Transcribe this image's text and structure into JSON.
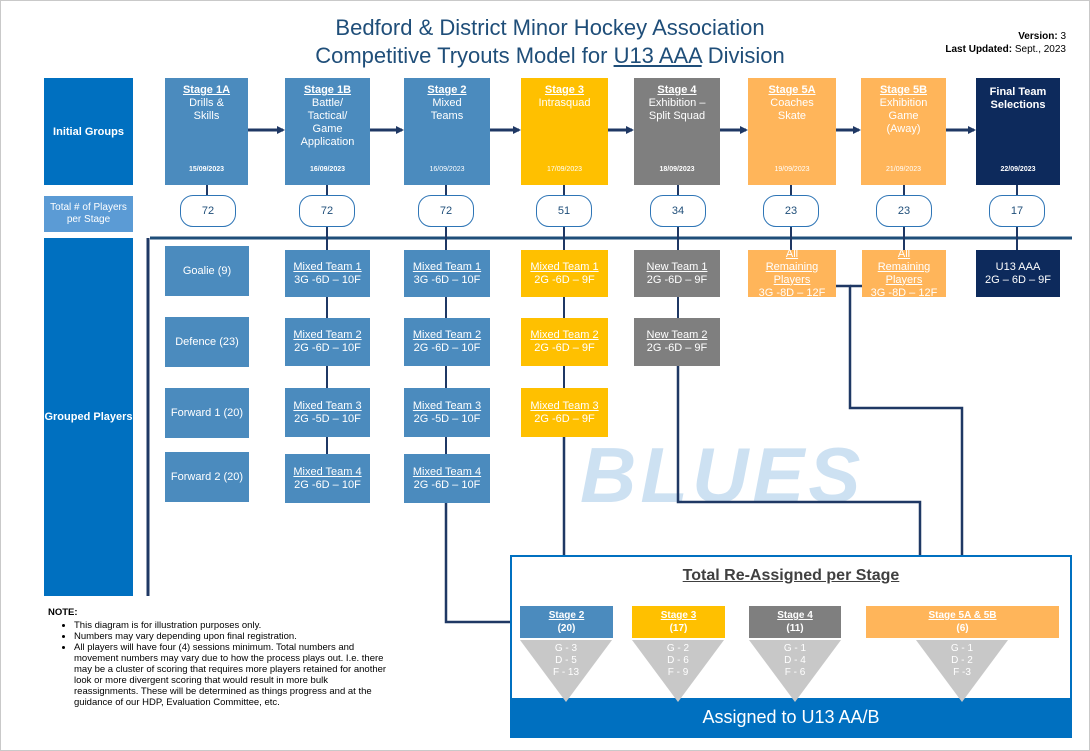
{
  "title": {
    "line1": "Bedford & District Minor Hockey Association",
    "line2_prefix": "Competitive Tryouts Model for ",
    "line2_division": "U13 AAA",
    "line2_suffix": " Division"
  },
  "version": {
    "version_label": "Version:",
    "version_value": "3",
    "updated_label": "Last Updated:",
    "updated_value": "Sept., 2023"
  },
  "sidebar": {
    "initial_groups": "Initial Groups",
    "total_players": "Total # of Players per Stage",
    "grouped_players": "Grouped Players"
  },
  "watermark": "BLUES",
  "stages": [
    {
      "name": "Stage 1A",
      "desc": "Drills & Skills",
      "date": "15/09/2023",
      "total": "72",
      "color": "#4b8bbe"
    },
    {
      "name": "Stage 1B",
      "desc": "Battle/ Tactical/ Game Application",
      "date": "16/09/2023",
      "total": "72",
      "color": "#4b8bbe"
    },
    {
      "name": "Stage 2",
      "desc": "Mixed Teams",
      "date": "16/09/2023",
      "total": "72",
      "color": "#4b8bbe"
    },
    {
      "name": "Stage 3",
      "desc": "Intrasquad",
      "date": "17/09/2023",
      "total": "51",
      "color": "#ffc000"
    },
    {
      "name": "Stage 4",
      "desc": "Exhibition – Split Squad",
      "date": "18/09/2023",
      "total": "34",
      "color": "#7f7f7f"
    },
    {
      "name": "Stage 5A",
      "desc": "Coaches Skate",
      "date": "19/09/2023",
      "total": "23",
      "color": "#ffb55a"
    },
    {
      "name": "Stage 5B",
      "desc": "Exhibition Game (Away)",
      "date": "21/09/2023",
      "total": "23",
      "color": "#ffb55a"
    },
    {
      "name": "Final Team Selections",
      "desc": "",
      "date": "22/09/2023",
      "total": "17",
      "color": "#0d2a5c"
    }
  ],
  "groups": [
    "Goalie (9)",
    "Defence (23)",
    "Forward 1 (20)",
    "Forward 2 (20)"
  ],
  "stage1b_teams": [
    {
      "name": "Mixed Team 1",
      "comp": "3G -6D – 10F"
    },
    {
      "name": "Mixed Team 2",
      "comp": "2G -6D – 10F"
    },
    {
      "name": "Mixed Team 3",
      "comp": "2G -5D – 10F"
    },
    {
      "name": "Mixed Team 4",
      "comp": "2G -6D – 10F"
    }
  ],
  "stage2_teams": [
    {
      "name": "Mixed Team 1",
      "comp": "3G -6D – 10F"
    },
    {
      "name": "Mixed Team 2",
      "comp": "2G -6D – 10F"
    },
    {
      "name": "Mixed Team 3",
      "comp": "2G -5D – 10F"
    },
    {
      "name": "Mixed Team 4",
      "comp": "2G -6D – 10F"
    }
  ],
  "stage3_teams": [
    {
      "name": "Mixed Team 1",
      "comp": "2G -6D – 9F"
    },
    {
      "name": "Mixed Team 2",
      "comp": "2G -6D – 9F"
    },
    {
      "name": "Mixed Team 3",
      "comp": "2G -6D – 9F"
    }
  ],
  "stage4_teams": [
    {
      "name": "New Team 1",
      "comp": "2G -6D – 9F"
    },
    {
      "name": "New Team 2",
      "comp": "2G -6D – 9F"
    }
  ],
  "stage5a_team": {
    "name": "All Remaining Players",
    "comp": "3G -8D – 12F"
  },
  "stage5b_team": {
    "name": "All Remaining Players",
    "comp": "3G -8D – 12F"
  },
  "final_team": {
    "name": "U13 AAA",
    "comp": "2G – 6D – 9F"
  },
  "reassigned": {
    "title": "Total Re-Assigned per Stage",
    "footer": "Assigned to U13 AA/B",
    "items": [
      {
        "name": "Stage 2",
        "count": "(20)",
        "g": "G - 3",
        "d": "D - 5",
        "f": "F - 13",
        "color": "#4b8bbe"
      },
      {
        "name": "Stage 3",
        "count": "(17)",
        "g": "G - 2",
        "d": "D - 6",
        "f": "F - 9",
        "color": "#ffc000"
      },
      {
        "name": "Stage 4",
        "count": "(11)",
        "g": "G - 1",
        "d": "D - 4",
        "f": "F - 6",
        "color": "#7f7f7f"
      },
      {
        "name": "Stage 5A & 5B",
        "count": "(6)",
        "g": "G - 1",
        "d": "D - 2",
        "f": "F -3",
        "color": "#ffb55a"
      }
    ]
  },
  "note": {
    "heading": "NOTE:",
    "items": [
      "This diagram is for illustration purposes only.",
      "Numbers may vary depending upon final registration.",
      "All players will have four (4) sessions minimum. Total numbers and movement numbers may vary due to how the process plays out. I.e. there may be a cluster of scoring that requires more players retained for another look or more divergent scoring that would result in more bulk reassignments. These will be determined as things progress and at the guidance of our HDP, Evaluation Committee, etc."
    ]
  }
}
